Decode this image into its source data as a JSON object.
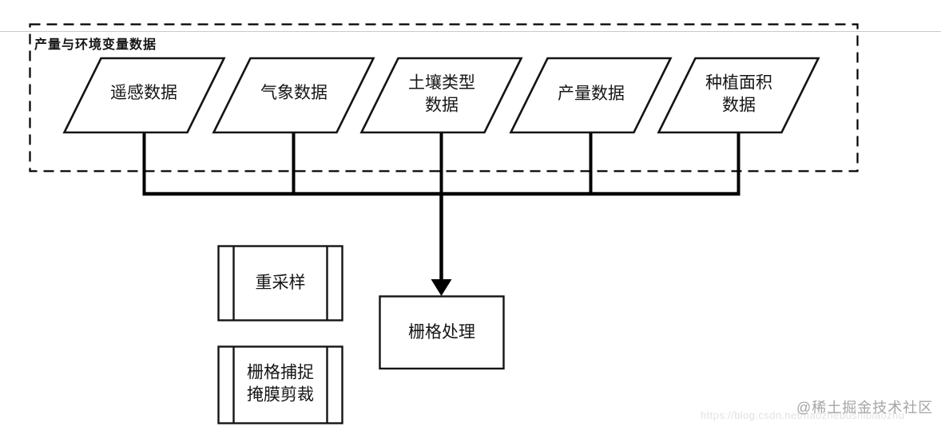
{
  "diagram": {
    "group_title": "产量与环境变量数据",
    "inputs": [
      {
        "label": "遥感数据"
      },
      {
        "label": "气象数据"
      },
      {
        "label": "土壤类型\n数据"
      },
      {
        "label": "产量数据"
      },
      {
        "label": "种植面积\n数据"
      }
    ],
    "processes": {
      "resample": {
        "label": "重采样",
        "shape": "predefined-process"
      },
      "snap_clip": {
        "label": "栅格捕捉\n掩膜剪裁",
        "shape": "predefined-process"
      },
      "raster": {
        "label": "栅格处理",
        "shape": "process"
      }
    }
  },
  "watermarks": {
    "community": "@稀土掘金技术社区",
    "url": "https://blog.csdn.net/naozhebushibiaozhu"
  },
  "colors": {
    "line": "#000000",
    "background": "#ffffff",
    "rule_line": "#c9c9c9",
    "watermark_gray": "#a5a5a5",
    "watermark_faint": "#e2e2e2"
  }
}
